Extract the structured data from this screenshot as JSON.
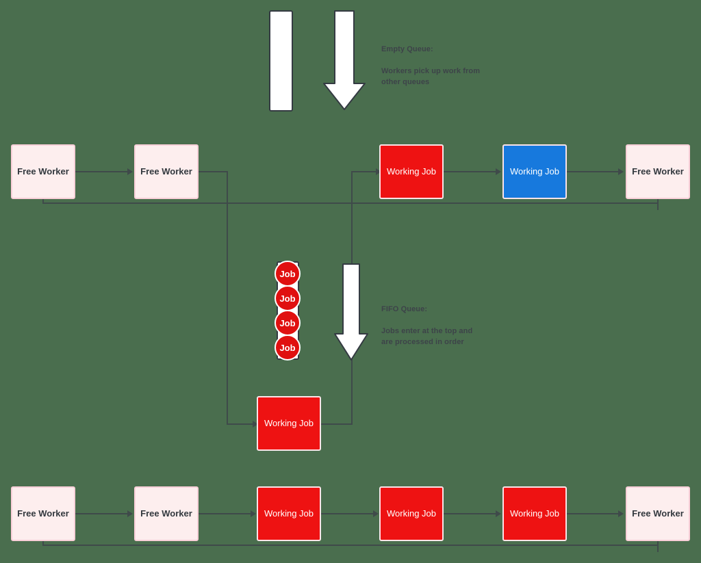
{
  "diagram": {
    "title": "Worker Queue Processing Diagram",
    "background_color": "#4a6e4e",
    "colors": {
      "free_worker_fill": "#fdeeee",
      "free_worker_border": "#f9cfd8",
      "working_job_fill": "#ee1212",
      "working_job_blue_fill": "#1779dd",
      "job_circle_fill": "#e01010",
      "connector": "#3f4a4a",
      "queue_fill": "#ffffff",
      "queue_border": "#343a42",
      "note_text": "#3d4349"
    }
  },
  "queues": {
    "empty": {
      "name": "empty-queue",
      "note_title": "Empty Queue:",
      "note_body": "Workers pick up work from\nother queues",
      "job_count": 0
    },
    "fifo": {
      "name": "fifo-queue",
      "note_title": "FIFO Queue:",
      "note_body": "Jobs enter at the top and\nare processed in order",
      "job_count": 4,
      "jobs": [
        {
          "label": "Job"
        },
        {
          "label": "Job"
        },
        {
          "label": "Job"
        },
        {
          "label": "Job"
        }
      ]
    }
  },
  "rows": {
    "top": {
      "name": "top-worker-row",
      "nodes": [
        {
          "label": "Free Worker",
          "kind": "free"
        },
        {
          "label": "Free Worker",
          "kind": "free"
        },
        {
          "label": "Working Job",
          "kind": "working"
        },
        {
          "label": "Working Job",
          "kind": "blue"
        },
        {
          "label": "Free Worker",
          "kind": "free"
        }
      ]
    },
    "middle": {
      "name": "middle-worker-row",
      "nodes": [
        {
          "label": "Working Job",
          "kind": "working"
        }
      ]
    },
    "bottom": {
      "name": "bottom-worker-row",
      "nodes": [
        {
          "label": "Free Worker",
          "kind": "free"
        },
        {
          "label": "Free Worker",
          "kind": "free"
        },
        {
          "label": "Working Job",
          "kind": "working"
        },
        {
          "label": "Working Job",
          "kind": "working"
        },
        {
          "label": "Working Job",
          "kind": "working"
        },
        {
          "label": "Free Worker",
          "kind": "free"
        }
      ]
    }
  }
}
